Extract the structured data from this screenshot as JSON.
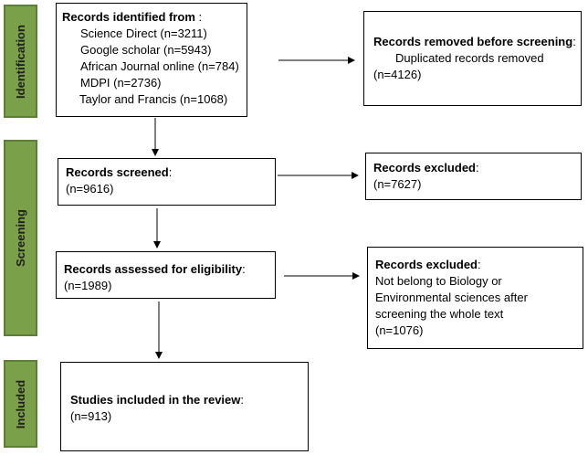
{
  "stages": {
    "identification": "Identification",
    "screening": "Screening",
    "included": "Included"
  },
  "identified": {
    "title": "Records identified from",
    "colon": " :",
    "sources": [
      "Science Direct (n=3211)",
      "Google scholar (n=5943)",
      "African Journal online (n=784)",
      "MDPI (n=2736)",
      "Taylor and Francis (n=1068)"
    ]
  },
  "removed": {
    "title": "Records removed before screening",
    "colon": ":",
    "detail": "Duplicated records removed",
    "count": "(n=4126)"
  },
  "screened": {
    "title": "Records screened",
    "colon": ":",
    "count": "(n=9616)"
  },
  "excluded1": {
    "title": "Records excluded",
    "colon": ":",
    "count": "(n=7627)"
  },
  "eligibility": {
    "title": "Records assessed for eligibility",
    "colon": ":",
    "count": "(n=1989)"
  },
  "excluded2": {
    "title": "Records excluded",
    "colon": ":",
    "lines": [
      "Not belong to Biology or",
      "Environmental sciences after",
      "screening the whole text"
    ],
    "count": "(n=1076)"
  },
  "included": {
    "title": "Studies included in the review",
    "colon": ":",
    "count": "(n=913)"
  },
  "colors": {
    "stage_fill": "#7aa04a",
    "stage_border": "#5d7f35"
  }
}
